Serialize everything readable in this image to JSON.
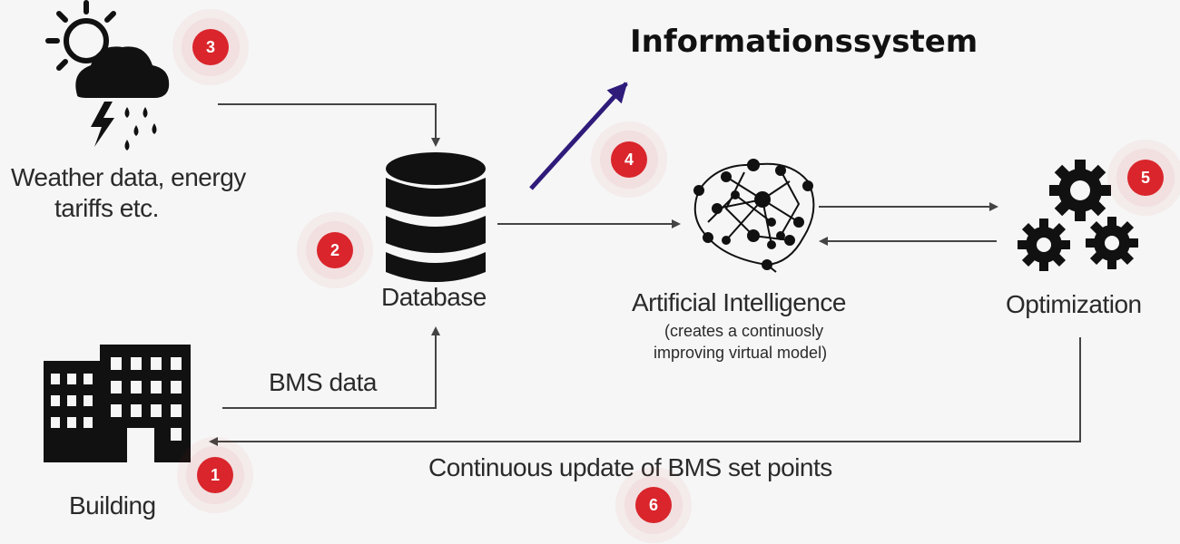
{
  "title": "Informationssystem",
  "nodes": {
    "weather": {
      "label_line1": "Weather data, energy",
      "label_line2": "tariffs etc.",
      "icon": "weather-icon"
    },
    "database": {
      "label": "Database",
      "icon": "database-icon"
    },
    "ai": {
      "label": "Artificial Intelligence",
      "sub_line1": "(creates a continuosly",
      "sub_line2": "improving virtual model)",
      "icon": "brain-network-icon"
    },
    "optimization": {
      "label": "Optimization",
      "icon": "gears-icon"
    },
    "building": {
      "label": "Building",
      "icon": "building-icon"
    }
  },
  "edges": {
    "bms_data": "BMS data",
    "continuous_update": "Continuous update of BMS set points"
  },
  "badges": [
    "1",
    "2",
    "3",
    "4",
    "5",
    "6"
  ],
  "colors": {
    "badge": "#d9252b",
    "arrow": "#444444",
    "highlight_arrow": "#2f1b7a",
    "icon": "#111111"
  }
}
